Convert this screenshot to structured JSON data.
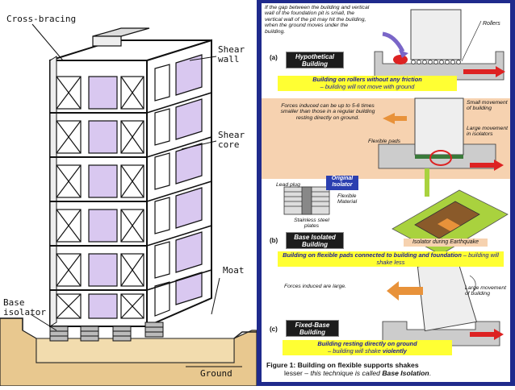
{
  "left_figure": {
    "labels": {
      "cross_bracing": "Cross-bracing",
      "shear_wall": "Shear\nwall",
      "shear_core": "Shear\ncore",
      "moat": "Moat",
      "base_isolator": "Base\nisolator",
      "ground": "Ground"
    }
  },
  "right_figure": {
    "note_top": "If the gap between the building and vertical wall of the foundation pit is small, the vertical wall of the pit may hit the building, when the ground moves under the building.",
    "rollers": "Rollers",
    "section_a": {
      "marker": "(a)",
      "title": "Hypothetical Building",
      "caption_main": "Building on rollers without any friction",
      "caption_sub": "– building will not move with ground"
    },
    "forces_note": "Forces induced can be up to 5-6 times smaller than those in a regular building resting directly on ground.",
    "small_movement": "Small movement of building",
    "large_movement_isolators": "Large movement in isolators",
    "flexible_pads": "Flexible pads",
    "lead_plug": "Lead plug",
    "original_isolator": "Original Isolator",
    "flexible_material": "Flexible Material",
    "steel_plates": "Stainless steel plates",
    "isolator_quake": "Isolator during Earthquake",
    "section_b": {
      "marker": "(b)",
      "title": "Base Isolated Building",
      "caption_main": "Building on flexible pads connected to building and foundation",
      "caption_sub": "– building will shake less"
    },
    "forces_large": "Forces induced are large.",
    "large_movement_building": "Large movement of building",
    "section_c": {
      "marker": "(c)",
      "title": "Fixed-Base Building",
      "caption_main": "Building resting directly on ground",
      "caption_sub": "– building will shake",
      "caption_emph": "violently"
    },
    "figure_caption": {
      "prefix": "Figure 1: Building on flexible supports shakes",
      "mid": "lesser –",
      "italic": "this technique is called",
      "emph": "Base Isolation",
      "end": "."
    }
  },
  "colors": {
    "frame_blue": "#1f2a8c",
    "caption_yellow": "#ffff33",
    "caption_text": "#1a1a9a",
    "arrow_red": "#dd2222",
    "arrow_orange": "#e8923a",
    "panel_lavender": "#d9c8f0",
    "band_peach": "#f6d2b0"
  }
}
